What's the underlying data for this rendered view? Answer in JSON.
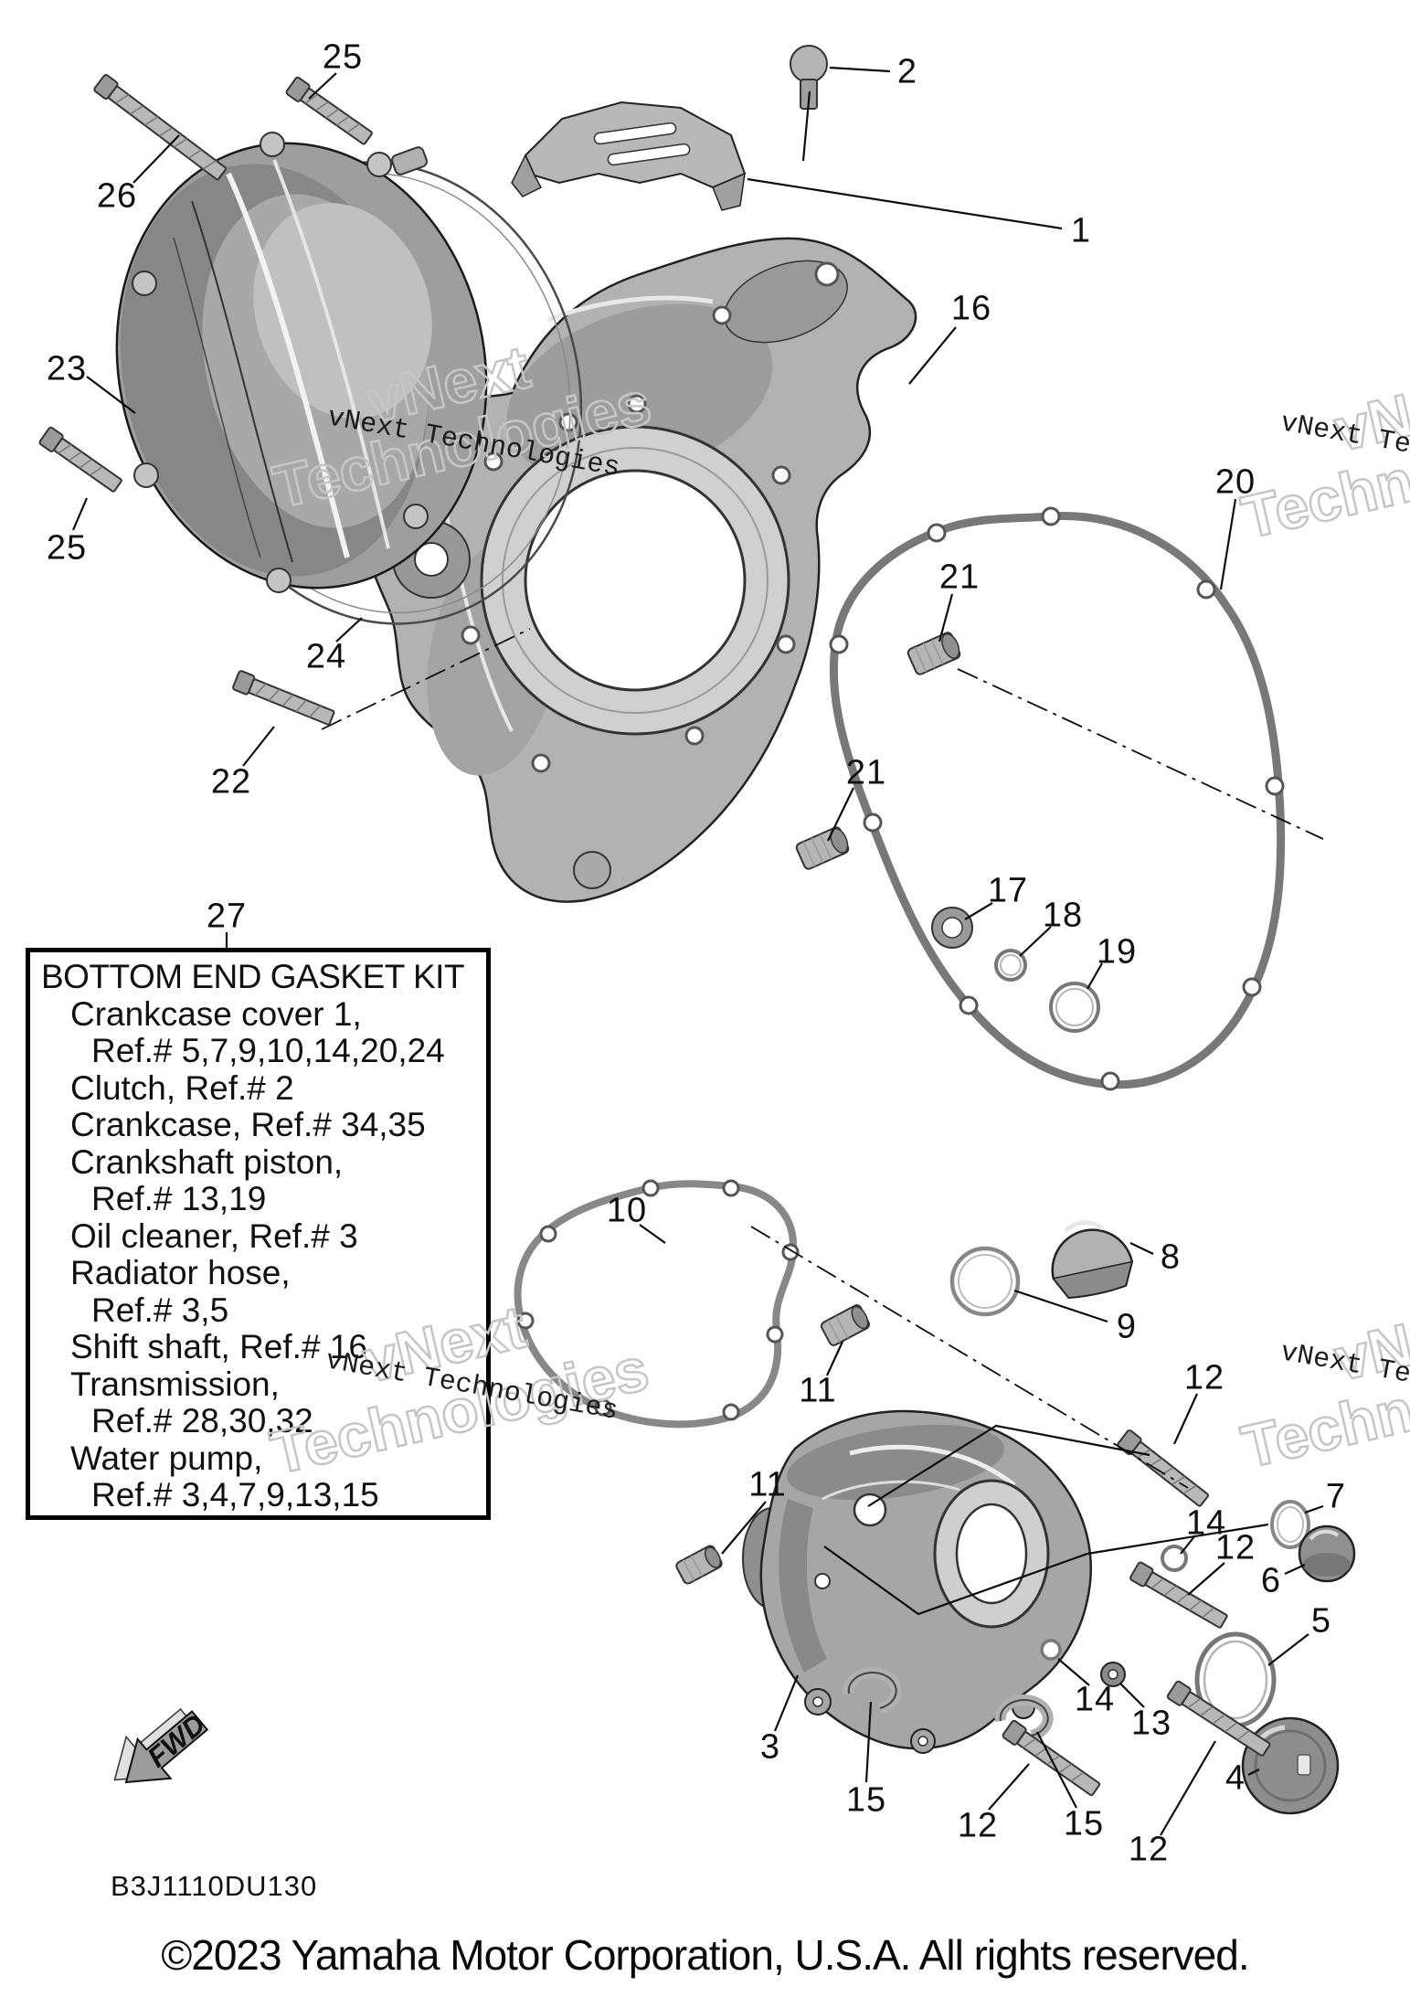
{
  "diagram": {
    "code": "B3J1110DU130",
    "fwd_label": "FWD",
    "copyright": "©2023 Yamaha Motor Corporation, U.S.A. All rights reserved."
  },
  "watermark": {
    "outline_line1": "vNext",
    "outline_line2": "Technologies",
    "dark_text": "vNext Technologies"
  },
  "gasket_kit_box": {
    "title": "BOTTOM END GASKET KIT",
    "lines": [
      {
        "text": "Crankcase cover 1,",
        "level": 1
      },
      {
        "text": "Ref.# 5,7,9,10,14,20,24",
        "level": 2
      },
      {
        "text": "Clutch, Ref.# 2",
        "level": 1
      },
      {
        "text": "Crankcase, Ref.# 34,35",
        "level": 1
      },
      {
        "text": "Crankshaft piston,",
        "level": 1
      },
      {
        "text": "Ref.# 13,19",
        "level": 2
      },
      {
        "text": "Oil cleaner, Ref.# 3",
        "level": 1
      },
      {
        "text": "Radiator hose,",
        "level": 1
      },
      {
        "text": "Ref.# 3,5",
        "level": 2
      },
      {
        "text": "Shift shaft, Ref.# 16",
        "level": 1
      },
      {
        "text": "Transmission,",
        "level": 1
      },
      {
        "text": "Ref.# 28,30,32",
        "level": 2
      },
      {
        "text": "Water pump,",
        "level": 1
      },
      {
        "text": "Ref.# 3,4,7,9,13,15",
        "level": 2
      }
    ]
  },
  "callouts": [
    "25",
    "26",
    "2",
    "1",
    "23",
    "16",
    "25",
    "20",
    "24",
    "21",
    "22",
    "21",
    "17",
    "18",
    "19",
    "27",
    "10",
    "8",
    "9",
    "11",
    "12",
    "11",
    "7",
    "14",
    "12",
    "6",
    "5",
    "14",
    "13",
    "3",
    "4",
    "15",
    "12",
    "15",
    "12"
  ]
}
